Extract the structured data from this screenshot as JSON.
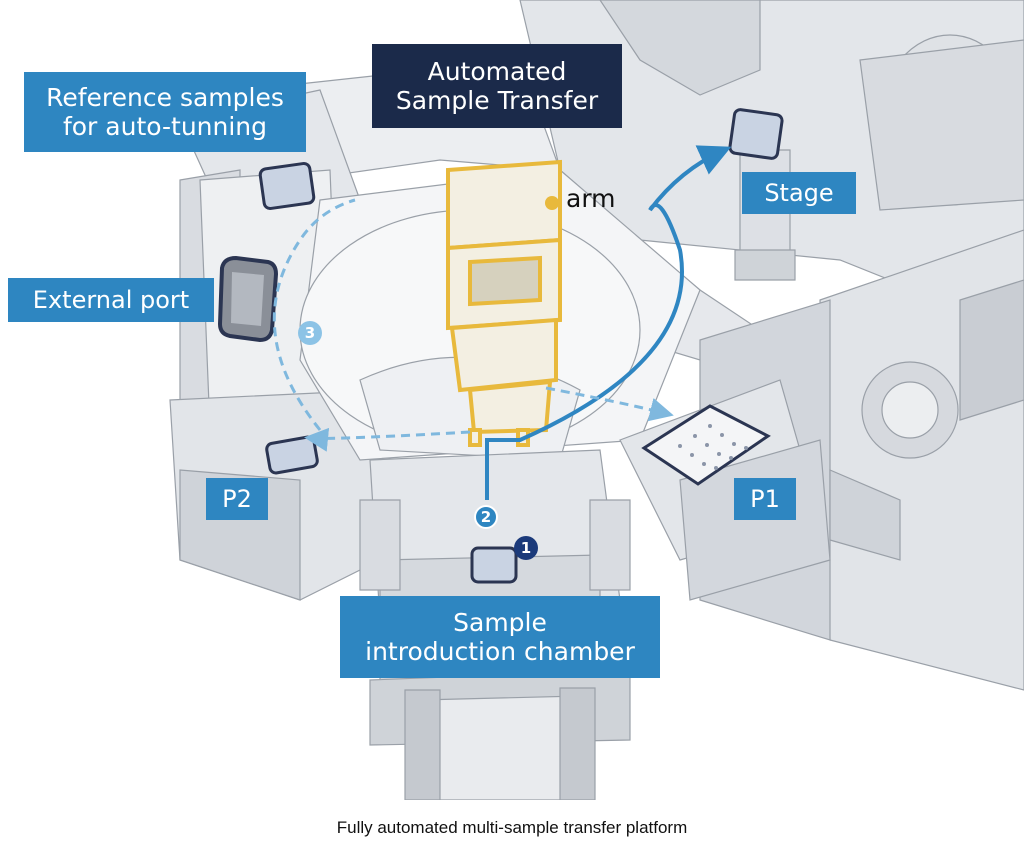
{
  "labels": {
    "reference_samples": [
      "Reference samples",
      "for auto-tunning"
    ],
    "automated_transfer": [
      "Automated",
      "Sample Transfer"
    ],
    "arm": "arm",
    "stage": "Stage",
    "external_port": "External port",
    "p2": "P2",
    "p1": "P1",
    "sample_intro": [
      "Sample",
      "introduction chamber"
    ]
  },
  "steps": [
    "1",
    "2",
    "3"
  ],
  "caption": "Fully automated multi-sample transfer platform",
  "colors": {
    "label_blue": "#2e86c1",
    "title_navy": "#1b2a4a",
    "arrow_blue": "#2f86c2",
    "arm_gold": "#e8b93c",
    "holder_navy": "#2b3552"
  }
}
